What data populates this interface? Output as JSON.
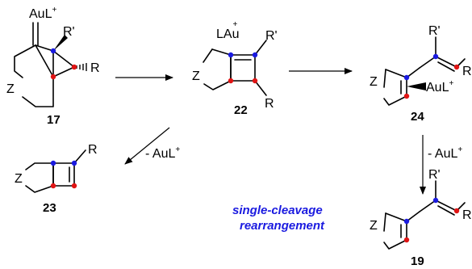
{
  "colors": {
    "background": "#ffffff",
    "bond": "#000000",
    "dot_blue": "#1a1ae0",
    "dot_red": "#e01414",
    "note": "#1a1ae0"
  },
  "compounds": {
    "c17": {
      "number": "17",
      "ring_atom": "Z",
      "metal_main": "AuL",
      "metal_charge": "+",
      "sub_a": "R'",
      "sub_b": "R"
    },
    "c22": {
      "number": "22",
      "ring_atom": "Z",
      "metal_main": "LAu",
      "metal_charge": "+",
      "sub_a": "R'",
      "sub_b": "R"
    },
    "c24": {
      "number": "24",
      "ring_atom": "Z",
      "metal_main": "AuL",
      "metal_charge": "+",
      "sub_a": "R'",
      "sub_b": "R"
    },
    "c23": {
      "number": "23",
      "ring_atom": "Z",
      "sub_b": "R"
    },
    "c19": {
      "number": "19",
      "ring_atom": "Z",
      "sub_a": "R'",
      "sub_b": "R"
    }
  },
  "arrows": {
    "to23": {
      "label_main": "- AuL",
      "label_charge": "+"
    },
    "to19": {
      "label_main": "- AuL",
      "label_charge": "+"
    }
  },
  "note": {
    "line1": "single-cleavage",
    "line2": "rearrangement"
  }
}
